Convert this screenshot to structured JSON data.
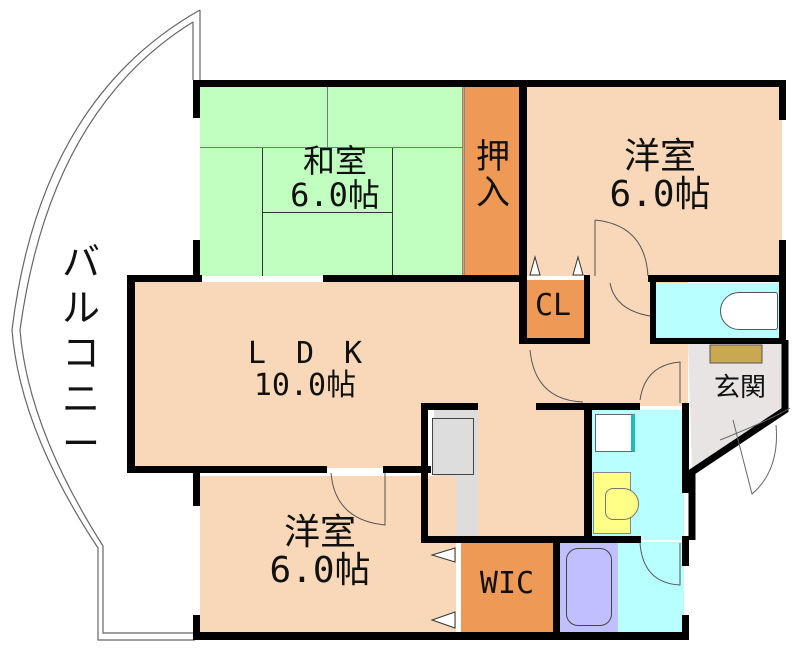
{
  "floorplan": {
    "colors": {
      "washitsu": "#C0FFC0",
      "youshitsu": "#F8D8B8",
      "storage": "#EE9955",
      "water": "#B8FFFF",
      "genkan": "#E8E4E4",
      "bath": "#C0C0FF",
      "toilet_fixture": "#FFFF88",
      "shoe_box": "#C8A850",
      "kitchen": "#DDDDDD",
      "wall": "#000000"
    },
    "rooms": {
      "washitsu": {
        "name": "和室",
        "size": "6.0帖"
      },
      "oshiire": {
        "line1": "押",
        "line2": "入"
      },
      "youshitsu_top": {
        "name": "洋室",
        "size": "6.0帖"
      },
      "ldk": {
        "name": "L　D　K",
        "size": "10.0帖"
      },
      "closet": {
        "name": "CL"
      },
      "genkan": {
        "name": "玄関"
      },
      "youshitsu_bottom": {
        "name": "洋室",
        "size": "6.0帖"
      },
      "wic": {
        "name": "WIC"
      },
      "balcony": {
        "chars": [
          "バ",
          "ル",
          "コ",
          "ニ",
          "ー"
        ]
      }
    }
  }
}
